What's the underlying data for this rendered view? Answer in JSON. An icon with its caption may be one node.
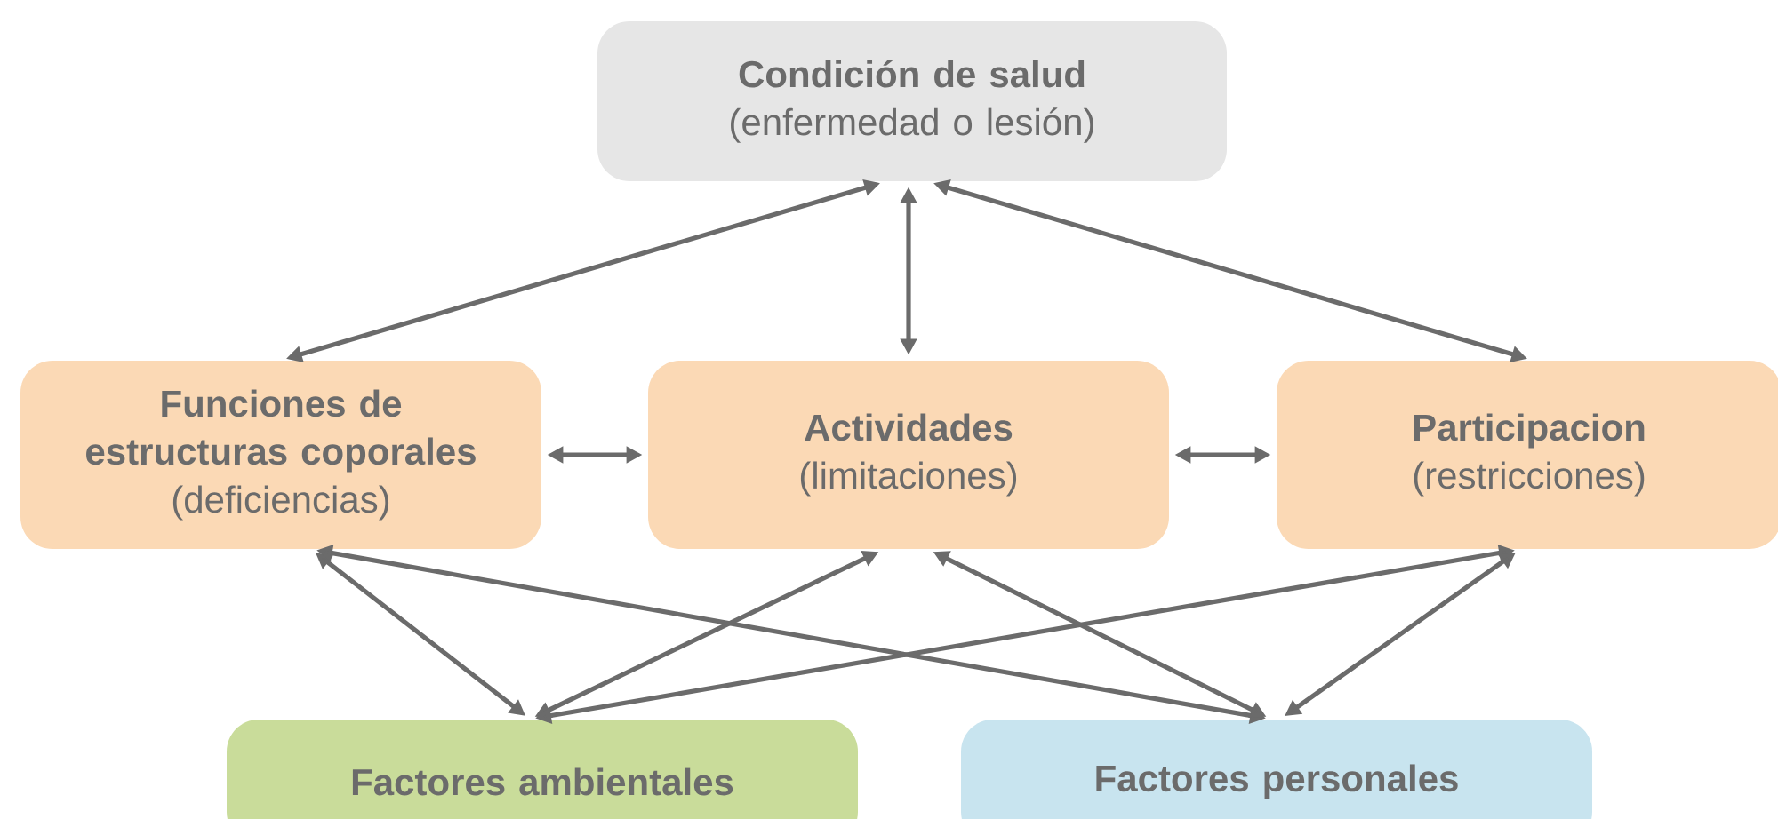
{
  "diagram": {
    "nodes": [
      {
        "text": [
          "Condición de salud",
          "(enfermedad o lesión)"
        ]
      },
      {
        "text": [
          "Funciones de estructuras coporales",
          "(deficiencias)"
        ]
      },
      {
        "text": [
          "Actividades",
          "(limitaciones)"
        ]
      },
      {
        "text": [
          "Participacion",
          "(restricciones)"
        ]
      },
      {
        "text": [
          "Factores ambientales"
        ]
      },
      {
        "text": [
          "Factores personales"
        ]
      }
    ],
    "edges": [
      {
        "from": 0,
        "to": 1,
        "arrow": "both"
      },
      {
        "from": 0,
        "to": 2,
        "arrow": "both"
      },
      {
        "from": 0,
        "to": 3,
        "arrow": "both"
      },
      {
        "from": 1,
        "to": 2,
        "arrow": "both"
      },
      {
        "from": 2,
        "to": 3,
        "arrow": "both"
      },
      {
        "from": 1,
        "to": 4,
        "arrow": "both"
      },
      {
        "from": 1,
        "to": 5,
        "arrow": "both"
      },
      {
        "from": 2,
        "to": 4,
        "arrow": "both"
      },
      {
        "from": 2,
        "to": 5,
        "arrow": "both"
      },
      {
        "from": 3,
        "to": 4,
        "arrow": "both"
      },
      {
        "from": 3,
        "to": 5,
        "arrow": "both"
      }
    ]
  }
}
